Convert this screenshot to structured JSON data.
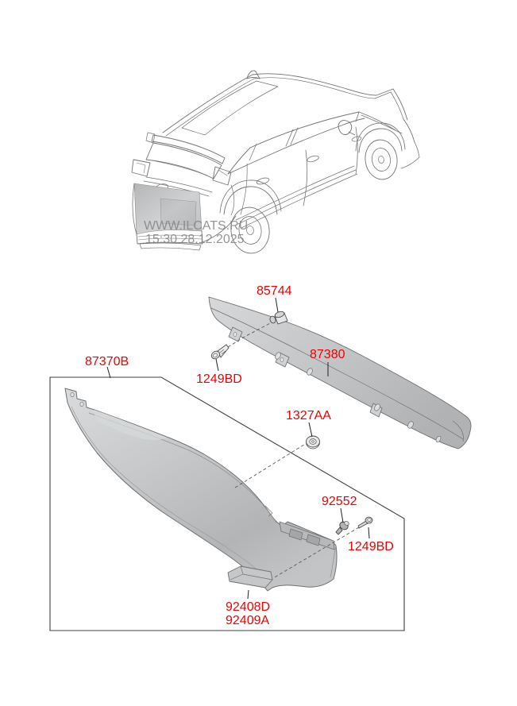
{
  "watermark": {
    "site": "WWW.ILCATS.RU",
    "timestamp": "15:30 28.12.2025"
  },
  "callouts": {
    "clip_85744": "85744",
    "screw_1249bd_upper": "1249BD",
    "strip_87380": "87380",
    "garnish_87370b": "87370B",
    "nut_1327aa": "1327AA",
    "clip_92552": "92552",
    "screw_1249bd_lower": "1249BD",
    "reflector_92408d": "92408D",
    "reflector_92409a": "92409A"
  },
  "colors": {
    "callout_red": "#f20000",
    "watermark_gray": "#848484",
    "drawing_line_gray": "#737373",
    "part_fill_light": "#d9dbdc",
    "part_fill_dark": "#b2b4b6",
    "leader_line": "#222222",
    "dashed_line": "#5a5a5a"
  }
}
